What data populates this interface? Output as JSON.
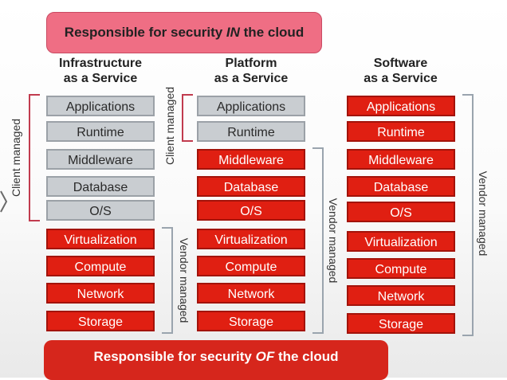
{
  "banners": {
    "top": {
      "prefix": "Responsible for security ",
      "emph": "IN",
      "suffix": " the cloud"
    },
    "bottom": {
      "prefix": "Responsible for security ",
      "emph": "OF",
      "suffix": " the cloud"
    }
  },
  "columns": {
    "iaas": {
      "title": [
        "Infrastructure",
        "as a Service"
      ],
      "layers": [
        "Applications",
        "Runtime",
        "Middleware",
        "Database",
        "O/S",
        "Virtualization",
        "Compute",
        "Network",
        "Storage"
      ],
      "client_label": "Client managed",
      "vendor_label": "Vendor managed"
    },
    "paas": {
      "title": [
        "Platform",
        "as a Service"
      ],
      "layers": [
        "Applications",
        "Runtime",
        "Middleware",
        "Database",
        "O/S",
        "Virtualization",
        "Compute",
        "Network",
        "Storage"
      ],
      "client_label": "Client managed",
      "vendor_label": "Vendor managed"
    },
    "saas": {
      "title": [
        "Software",
        "as a Service"
      ],
      "layers": [
        "Applications",
        "Runtime",
        "Middleware",
        "Database",
        "O/S",
        "Virtualization",
        "Compute",
        "Network",
        "Storage"
      ],
      "vendor_label": "Vendor managed"
    }
  },
  "colors": {
    "client_managed": "#c9cdd1",
    "vendor_managed": "#e01f12",
    "top_banner": "#ef6e84",
    "bottom_banner": "#d6261c"
  },
  "icons": {
    "left_edge": "chevron-right-icon"
  }
}
